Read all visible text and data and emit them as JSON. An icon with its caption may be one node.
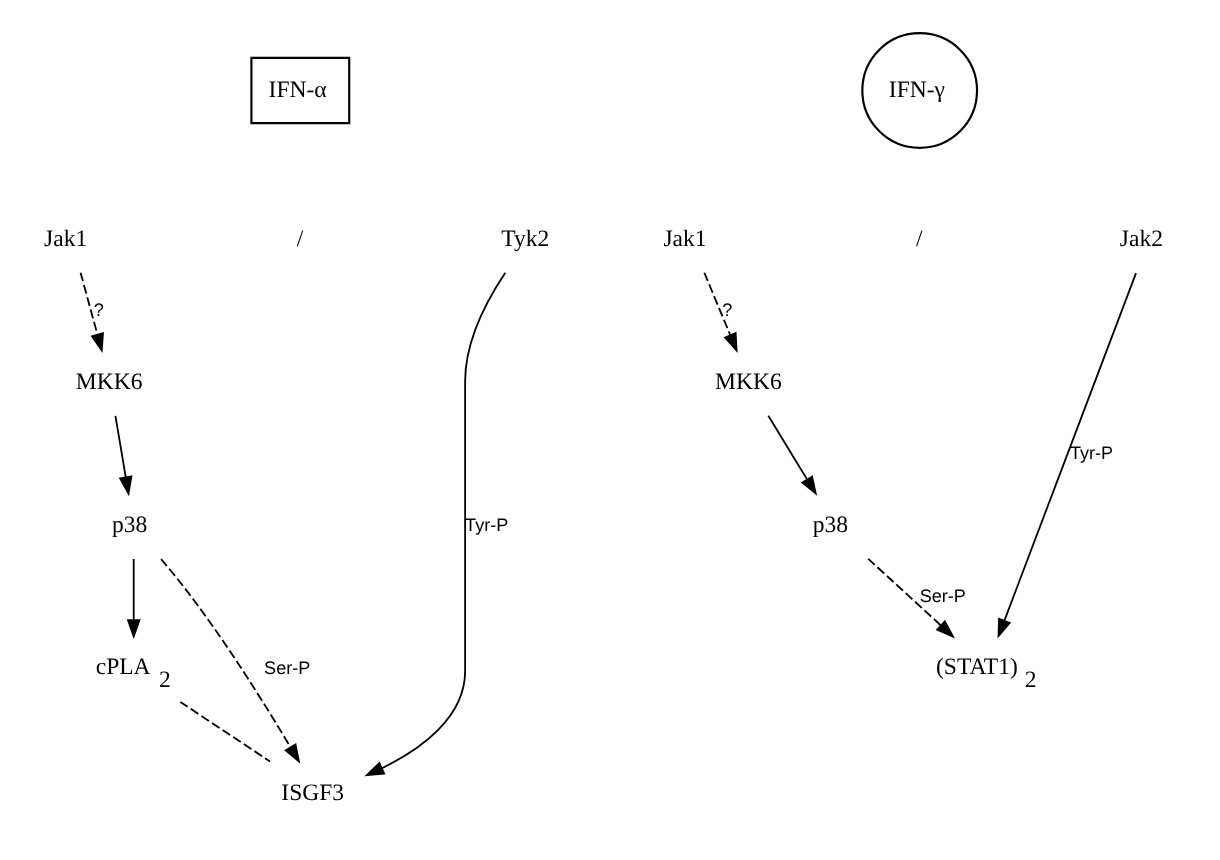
{
  "diagram": {
    "nodes": [
      {
        "text": [
          "IFN-α"
        ]
      },
      {
        "text": [
          "Jak1"
        ]
      },
      {
        "text": [
          "Tyk2"
        ]
      },
      {
        "text": [
          "MKK6"
        ]
      },
      {
        "text": [
          "p38"
        ]
      },
      {
        "text": [
          "cPLA$_{2}$"
        ]
      },
      {
        "text": [
          "ISGF3"
        ]
      },
      {
        "text": [
          "IFN-γ"
        ]
      },
      {
        "text": [
          "Jak1"
        ]
      },
      {
        "text": [
          "Jak2"
        ]
      },
      {
        "text": [
          "MKK6"
        ]
      },
      {
        "text": [
          "p38"
        ]
      },
      {
        "text": [
          "(STAT1)$_{2}$"
        ]
      }
    ],
    "edges": [
      {
        "from": 1,
        "to": 3,
        "arrow": "to",
        "style": "dashed",
        "label": "?"
      },
      {
        "from": 3,
        "to": 4,
        "arrow": "to"
      },
      {
        "from": 4,
        "to": 5,
        "arrow": "to"
      },
      {
        "from": 5,
        "to": 6,
        "arrow": "none",
        "style": "dashed"
      },
      {
        "from": 2,
        "to": 6,
        "arrow": "to",
        "label": "Tyr-P"
      },
      {
        "from": 4,
        "to": 6,
        "arrow": "to",
        "style": "dashed",
        "label": "Ser-P"
      },
      {
        "from": 8,
        "to": 10,
        "arrow": "to",
        "style": "dashed",
        "label": "?"
      },
      {
        "from": 10,
        "to": 11,
        "arrow": "to"
      },
      {
        "from": 9,
        "to": 12,
        "arrow": "to",
        "label": "Tyr-P"
      },
      {
        "from": 11,
        "to": 12,
        "arrow": "to",
        "style": "dashed",
        "label": "Ser-P"
      }
    ],
    "labels": [
      "/",
      "/"
    ]
  }
}
